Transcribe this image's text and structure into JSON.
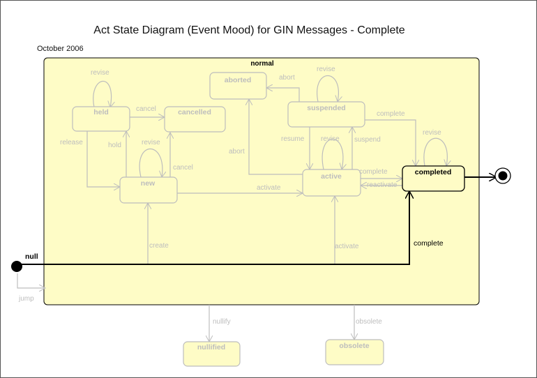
{
  "diagram": {
    "title": "Act State Diagram (Event Mood) for GIN Messages - Complete",
    "date": "October 2006",
    "composite_state": "normal",
    "states": {
      "held": "held",
      "cancelled": "cancelled",
      "aborted": "aborted",
      "suspended": "suspended",
      "new": "new",
      "active": "active",
      "completed": "completed",
      "nullified": "nullified",
      "obsolete": "obsolete",
      "null": "null"
    },
    "transitions": {
      "revise_held": "revise",
      "cancel_held": "cancel",
      "release": "release",
      "hold": "hold",
      "revise_new": "revise",
      "cancel_new": "cancel",
      "abort_susp": "abort",
      "revise_susp": "revise",
      "complete_susp": "complete",
      "resume": "resume",
      "revise_active": "revise",
      "suspend": "suspend",
      "abort_active": "abort",
      "complete_active": "complete",
      "reactivate": "reactivate",
      "revise_completed": "revise",
      "activate_new": "activate",
      "create": "create",
      "activate_null": "activate",
      "complete_null": "complete",
      "jump": "jump",
      "nullify": "nullify",
      "obsolete": "obsolete"
    },
    "colors": {
      "fill": "#fefcc6",
      "faded": "#bdbdbd",
      "highlight": "#000000"
    }
  }
}
